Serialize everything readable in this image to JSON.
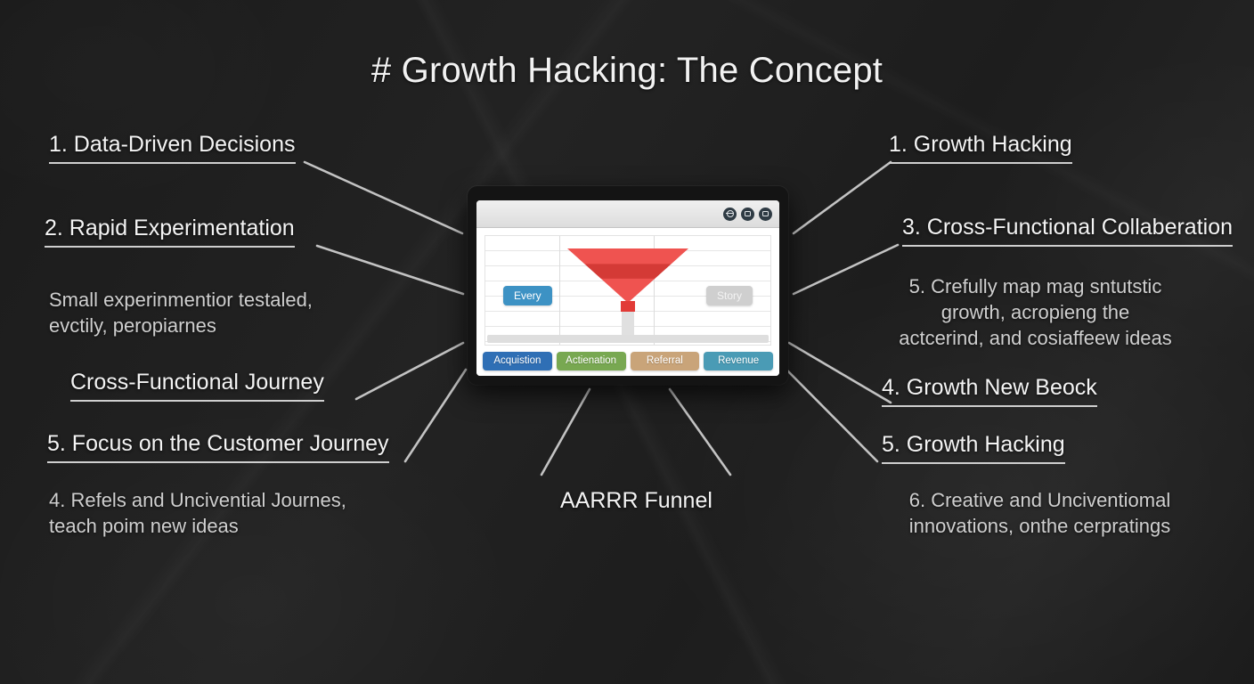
{
  "page": {
    "title": "# Growth Hacking: The Concept",
    "background_color": "#1e1e1e",
    "text_color": "#f4f4f4",
    "connector_color": "#c3c3c3"
  },
  "left_nodes": [
    {
      "label": "1. Data-Driven Decisions",
      "style": "heading"
    },
    {
      "label": "2. Rapid Experimentation",
      "style": "heading"
    },
    {
      "label": "Cross-Functional Journey",
      "style": "heading"
    },
    {
      "label": "5. Focus on the Customer Journey",
      "style": "heading"
    }
  ],
  "left_notes": [
    {
      "line1": "Small experinmentior testaled,",
      "line2": "evctily, peropiarnes"
    },
    {
      "line1": "4. Refels and Uncivential Journes,",
      "line2": "teach poim new ideas"
    }
  ],
  "right_nodes": [
    {
      "label": "1. Growth Hacking",
      "style": "heading"
    },
    {
      "label": "3. Cross-Functional Collaberation",
      "style": "heading"
    },
    {
      "label": "4. Growth New Beock",
      "style": "heading"
    },
    {
      "label": "5. Growth Hacking",
      "style": "heading"
    }
  ],
  "right_notes": [
    {
      "line1": "5. Crefully map mag sntutstic",
      "line2": "growth, acropieng the",
      "line3": "actcerind, and cosiaffeew ideas"
    },
    {
      "line1": "6. Creative and Unciventiomal",
      "line2": "innovations, onthe cerpratings",
      "line3": ""
    }
  ],
  "bottom_node": {
    "label": "AARRR Funnel"
  },
  "browser": {
    "toolbar_icons": [
      "globe-icon",
      "window-icon",
      "square-icon"
    ],
    "chart": {
      "funnel_label_left": "Every",
      "funnel_label_right": "Story",
      "funnel_top_color": "#ef5350",
      "funnel_band_color": "#d43a36"
    },
    "badges": [
      {
        "label": "Acquistion",
        "color": "#2f6fb5"
      },
      {
        "label": "Actienation",
        "color": "#78a851"
      },
      {
        "label": "Referral",
        "color": "#c9a479"
      },
      {
        "label": "Revenue",
        "color": "#4a9bb5"
      }
    ]
  },
  "chart_data": {
    "type": "funnel",
    "title": "AARRR Funnel",
    "stages": [
      "Acquistion",
      "Actienation",
      "Referral",
      "Revenue"
    ],
    "annotations": [
      "Every",
      "Story"
    ],
    "grid": true,
    "legend_position": "bottom"
  }
}
